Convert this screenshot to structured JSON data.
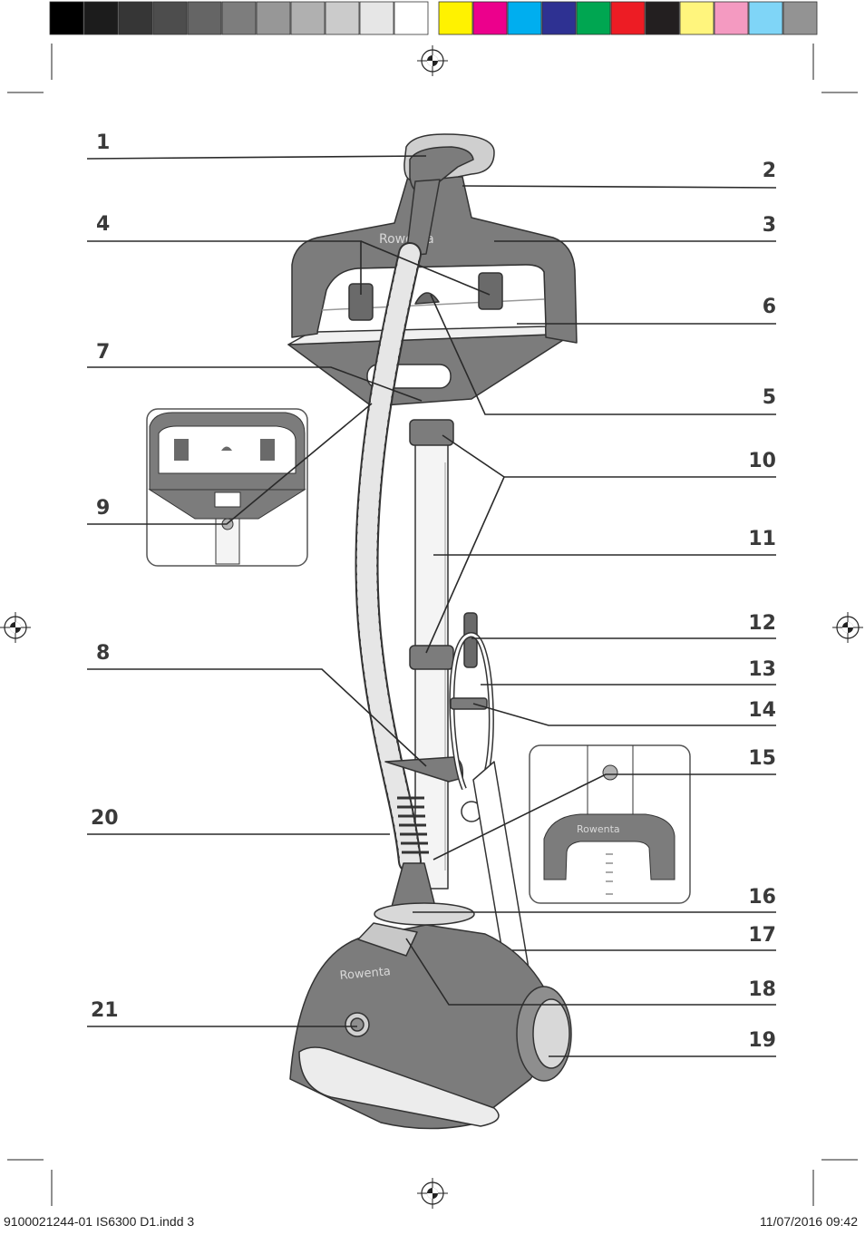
{
  "brand": {
    "name": "Rowenta"
  },
  "callouts": [
    "1",
    "2",
    "3",
    "4",
    "5",
    "6",
    "7",
    "8",
    "9",
    "10",
    "11",
    "12",
    "13",
    "14",
    "15",
    "16",
    "17",
    "18",
    "19",
    "20",
    "21"
  ],
  "colors": {
    "body": "#7c7c7c",
    "body_dark": "#5d5d5d",
    "body_light": "#b3b3b3",
    "panel": "#e6e6e6",
    "line": "#3a3a3a",
    "hose": "#dcdcdc",
    "swatches_gray": [
      "#000000",
      "#1c1c1c",
      "#363636",
      "#4d4d4d",
      "#656565",
      "#7d7d7d",
      "#979797",
      "#b0b0b0",
      "#cbcbcb",
      "#e6e6e6",
      "#ffffff"
    ],
    "swatches_color": [
      "#fff200",
      "#ec008c",
      "#00aeef",
      "#2e3192",
      "#00a651",
      "#ed1c24",
      "#231f20",
      "#fff57d",
      "#f49ac1",
      "#7fd5f7",
      "#939393"
    ]
  },
  "footer": {
    "file_info": "9100021244-01 IS6300 D1.indd   3",
    "date": "11/07/2016   09:42"
  }
}
